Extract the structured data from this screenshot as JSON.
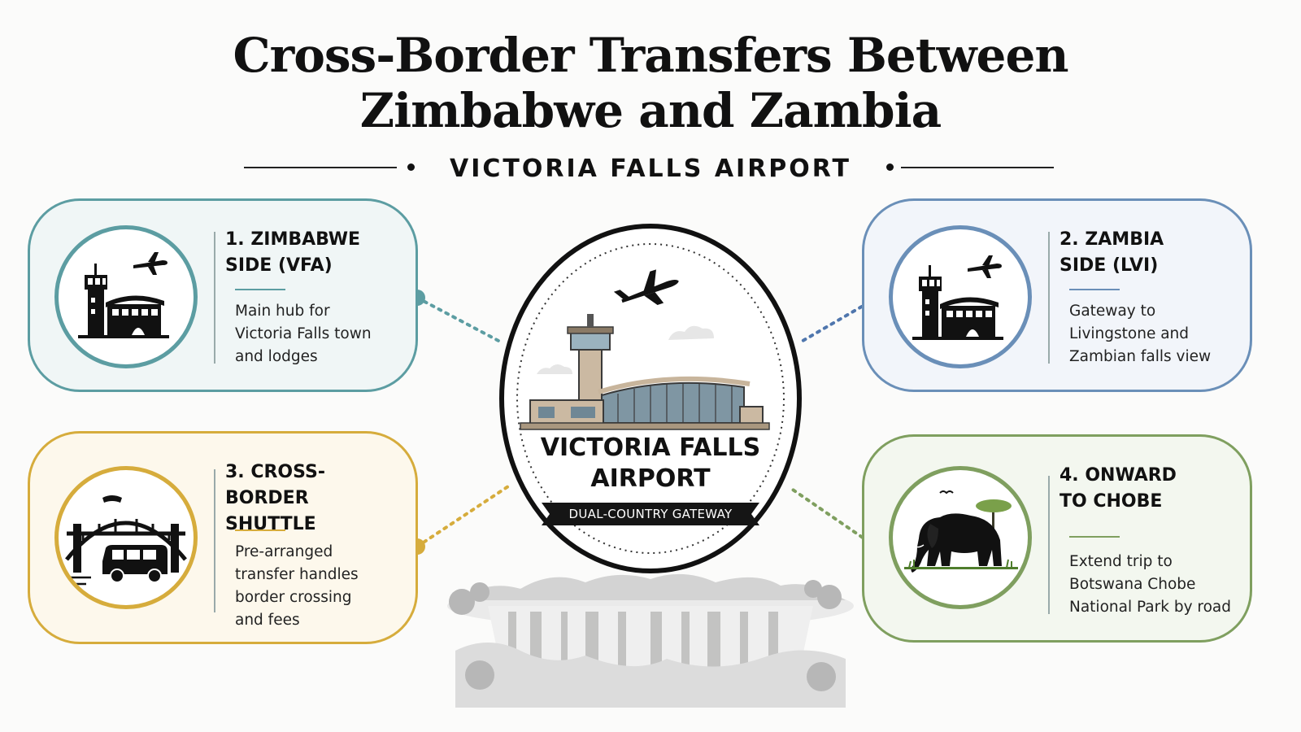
{
  "header": {
    "title": "Cross-Border Transfers Between\nZimbabwe and Zambia",
    "subtitle": "VICTORIA FALLS AIRPORT"
  },
  "center": {
    "title": "VICTORIA FALLS\nAIRPORT",
    "badge": "DUAL-COUNTRY GATEWAY",
    "icon": "airport-terminal-icon"
  },
  "cards": [
    {
      "id": "zimbabwe",
      "title": "1. ZIMBABWE\n   SIDE (VFA)",
      "description": "Main hub for\nVictoria Falls town\nand lodges",
      "icon": "airport-tower-icon",
      "color": "#5c9da2"
    },
    {
      "id": "zambia",
      "title": "2. ZAMBIA\n   SIDE (LVI)",
      "description": "Gateway to\nLivingstone and\nZambian falls view",
      "icon": "airport-tower-icon",
      "color": "#6a8fb8"
    },
    {
      "id": "shuttle",
      "title": "3. CROSS-BORDER\n   SHUTTLE",
      "description": "Pre-arranged\ntransfer handles\nborder crossing\nand fees",
      "icon": "bridge-van-icon",
      "color": "#d6ac3c"
    },
    {
      "id": "chobe",
      "title": "4. ONWARD\n   TO CHOBE",
      "description": "Extend trip to\nBotswana Chobe\nNational Park by road",
      "icon": "elephant-icon",
      "color": "#7f9f5f"
    }
  ]
}
